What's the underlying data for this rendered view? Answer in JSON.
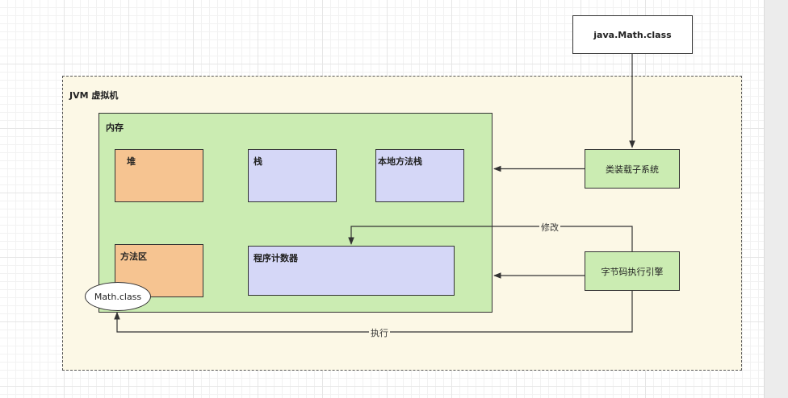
{
  "diagram": {
    "source_class": "java.Math.class",
    "jvm_label": "JVM 虚拟机",
    "memory_label": "内存",
    "heap": "堆",
    "stack": "栈",
    "native_stack": "本地方法栈",
    "method_area": "方法区",
    "program_counter": "程序计数器",
    "class_loader": "类装载子系统",
    "execution_engine": "字节码执行引擎",
    "math_class": "Math.class",
    "edge_modify": "修改",
    "edge_execute": "执行"
  },
  "colors": {
    "orange_region": "#f6c491",
    "blue_region": "#d5d7f7",
    "green_region": "#cbecb2",
    "jvm_background": "#fcf8e6"
  }
}
